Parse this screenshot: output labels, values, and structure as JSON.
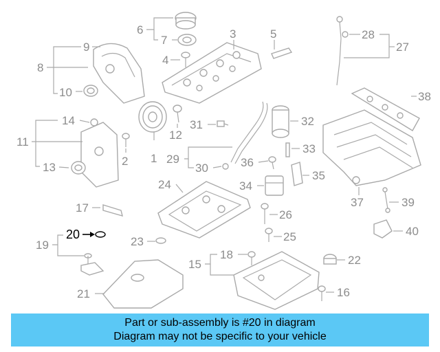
{
  "diagram": {
    "callouts": [
      {
        "id": "c1",
        "label": "1"
      },
      {
        "id": "c2",
        "label": "2"
      },
      {
        "id": "c3",
        "label": "3"
      },
      {
        "id": "c4",
        "label": "4"
      },
      {
        "id": "c5",
        "label": "5"
      },
      {
        "id": "c6",
        "label": "6"
      },
      {
        "id": "c7",
        "label": "7"
      },
      {
        "id": "c8",
        "label": "8"
      },
      {
        "id": "c9",
        "label": "9"
      },
      {
        "id": "c10",
        "label": "10"
      },
      {
        "id": "c11",
        "label": "11"
      },
      {
        "id": "c12",
        "label": "12"
      },
      {
        "id": "c13",
        "label": "13"
      },
      {
        "id": "c14",
        "label": "14"
      },
      {
        "id": "c15",
        "label": "15"
      },
      {
        "id": "c16",
        "label": "16"
      },
      {
        "id": "c17",
        "label": "17"
      },
      {
        "id": "c18",
        "label": "18"
      },
      {
        "id": "c19",
        "label": "19"
      },
      {
        "id": "c20",
        "label": "20"
      },
      {
        "id": "c21",
        "label": "21"
      },
      {
        "id": "c22",
        "label": "22"
      },
      {
        "id": "c23",
        "label": "23"
      },
      {
        "id": "c24",
        "label": "24"
      },
      {
        "id": "c25",
        "label": "25"
      },
      {
        "id": "c26",
        "label": "26"
      },
      {
        "id": "c27",
        "label": "27"
      },
      {
        "id": "c28",
        "label": "28"
      },
      {
        "id": "c29",
        "label": "29"
      },
      {
        "id": "c30",
        "label": "30"
      },
      {
        "id": "c31",
        "label": "31"
      },
      {
        "id": "c32",
        "label": "32"
      },
      {
        "id": "c33",
        "label": "33"
      },
      {
        "id": "c34",
        "label": "34"
      },
      {
        "id": "c35",
        "label": "35"
      },
      {
        "id": "c36",
        "label": "36"
      },
      {
        "id": "c37",
        "label": "37"
      },
      {
        "id": "c38",
        "label": "38"
      },
      {
        "id": "c39",
        "label": "39"
      },
      {
        "id": "c40",
        "label": "40"
      }
    ],
    "highlighted_part": "20",
    "colors": {
      "part_stroke": "#a9a9a9",
      "label": "#8c8c8c",
      "highlight": "#000000",
      "banner": "#5bc8f5"
    }
  },
  "banner": {
    "line1": "Part or sub-assembly is #20 in diagram",
    "line2": "Diagram may not be specific to your vehicle"
  }
}
